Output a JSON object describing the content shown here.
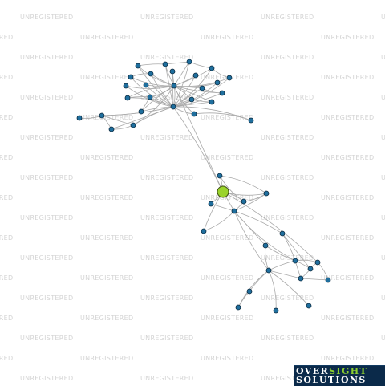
{
  "watermark": {
    "text": "UNREGISTERED"
  },
  "logo": {
    "word1": "OVER",
    "word2": "SIGHT",
    "line2": "SOLUTIONS"
  },
  "colors": {
    "background": "#ffffff",
    "edge": "#a9a9a9",
    "node_fill": "#1f6f9e",
    "node_stroke": "#0c2a3f",
    "focus_node_fill": "#9ad32c",
    "focus_node_stroke": "#3b4a12",
    "watermark": "#d4d4d4",
    "logo_bg": "#0b2a4a",
    "logo_accent": "#8ccf2e"
  }
}
